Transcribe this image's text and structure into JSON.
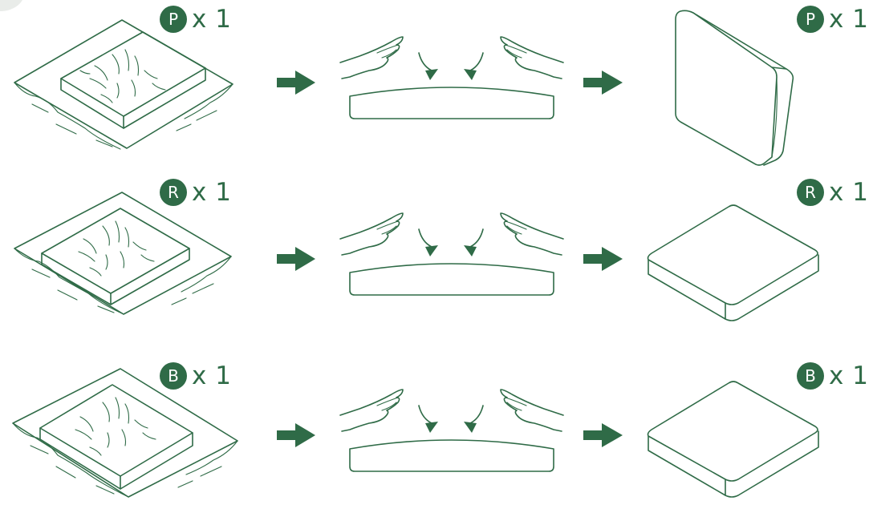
{
  "colors": {
    "accent": "#2f6b47"
  },
  "steps": [
    {
      "letter": "P",
      "quantity": "x 1",
      "result_shape": "tall-cushion"
    },
    {
      "letter": "R",
      "quantity": "x 1",
      "result_shape": "flat-cushion"
    },
    {
      "letter": "B",
      "quantity": "x 1",
      "result_shape": "flat-cushion"
    }
  ]
}
